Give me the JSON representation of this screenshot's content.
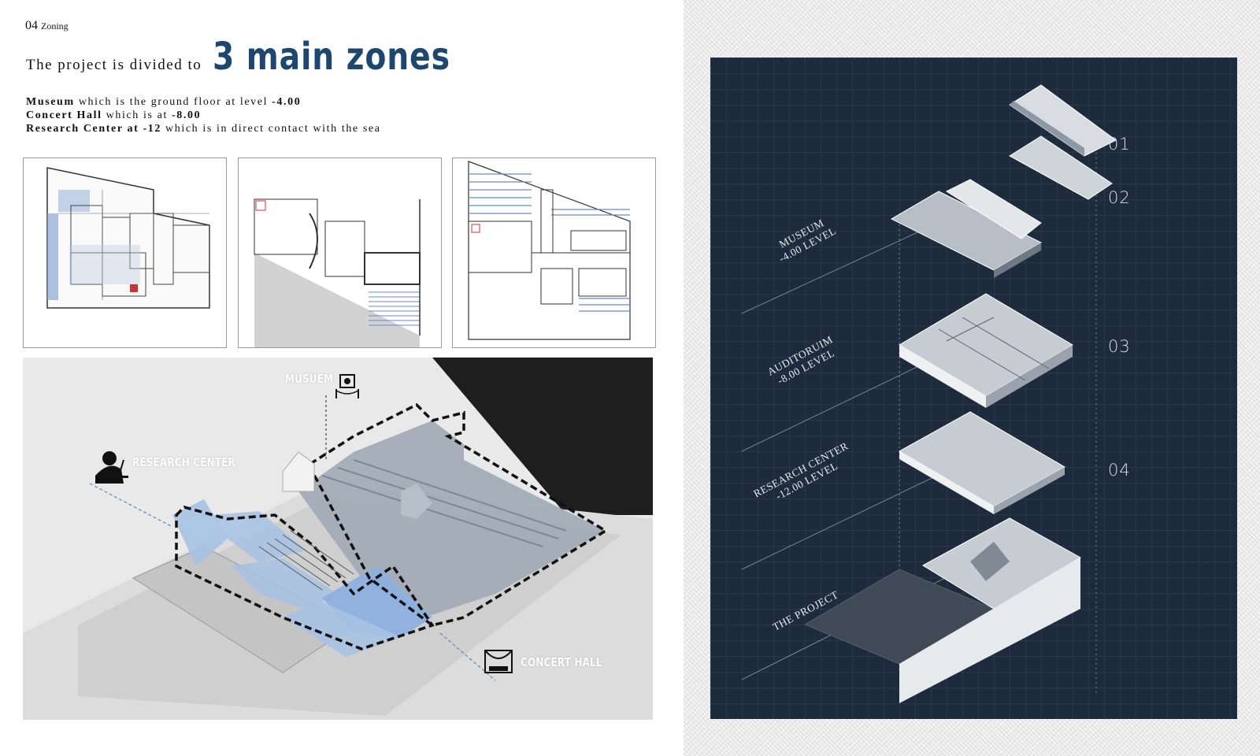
{
  "header": {
    "section_number": "04",
    "section_title": "Zoning",
    "lead": "The project is divided to",
    "headline": "3 main zones"
  },
  "zones": [
    {
      "name": "Museum",
      "desc": " which is the ground floor at level ",
      "value": "-4.00",
      "tail": ""
    },
    {
      "name": "Concert Hall",
      "desc": " which is at ",
      "value": "-8.00",
      "tail": ""
    },
    {
      "name": "Research Center at -12",
      "desc": " which is in direct contact with the sea",
      "value": "",
      "tail": ""
    }
  ],
  "render_labels": {
    "museum": "MUSUEM",
    "research": "RESEARCH CENTER",
    "concert": "CONCERT HALL"
  },
  "axo": {
    "numbers": [
      "01",
      "02",
      "03",
      "04"
    ],
    "levels": [
      {
        "line1": "MUSEUM",
        "line2": "-4.00 LEVEL"
      },
      {
        "line1": "AUDITORUIM",
        "line2": "-8.00 LEVEL"
      },
      {
        "line1": "RESEARCH CENTER",
        "line2": "-12.00 LEVEL"
      },
      {
        "line1": "THE PROJECT",
        "line2": ""
      }
    ]
  },
  "colors": {
    "headline": "#1e4770",
    "board": "#1e2b3c",
    "zone_fill": "#a9c4e4"
  }
}
